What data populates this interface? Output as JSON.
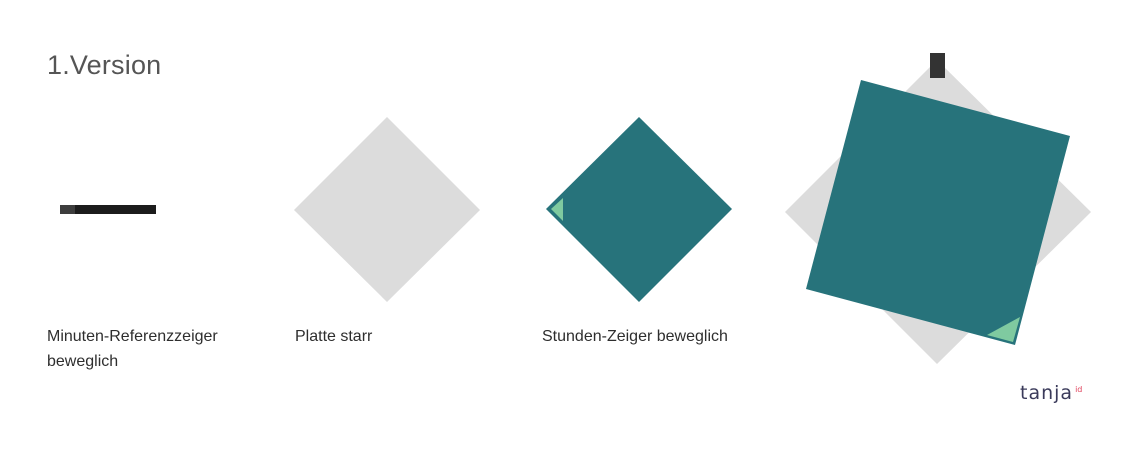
{
  "title": "1.Version",
  "captions": {
    "minute_hand": "Minuten-Referenzzeiger beweglich",
    "plate": "Platte starr",
    "hour_hand": "Stunden-Zeiger beweglich"
  },
  "logo": {
    "name": "tanja",
    "superscript": "id"
  },
  "colors": {
    "plate_grey": "#dcdcdc",
    "teal": "#27737b",
    "mint": "#7fcaa0",
    "hand_dark": "#1c1c1c",
    "hand_grey": "#3d3d3d",
    "logo_accent": "#e0435c"
  }
}
